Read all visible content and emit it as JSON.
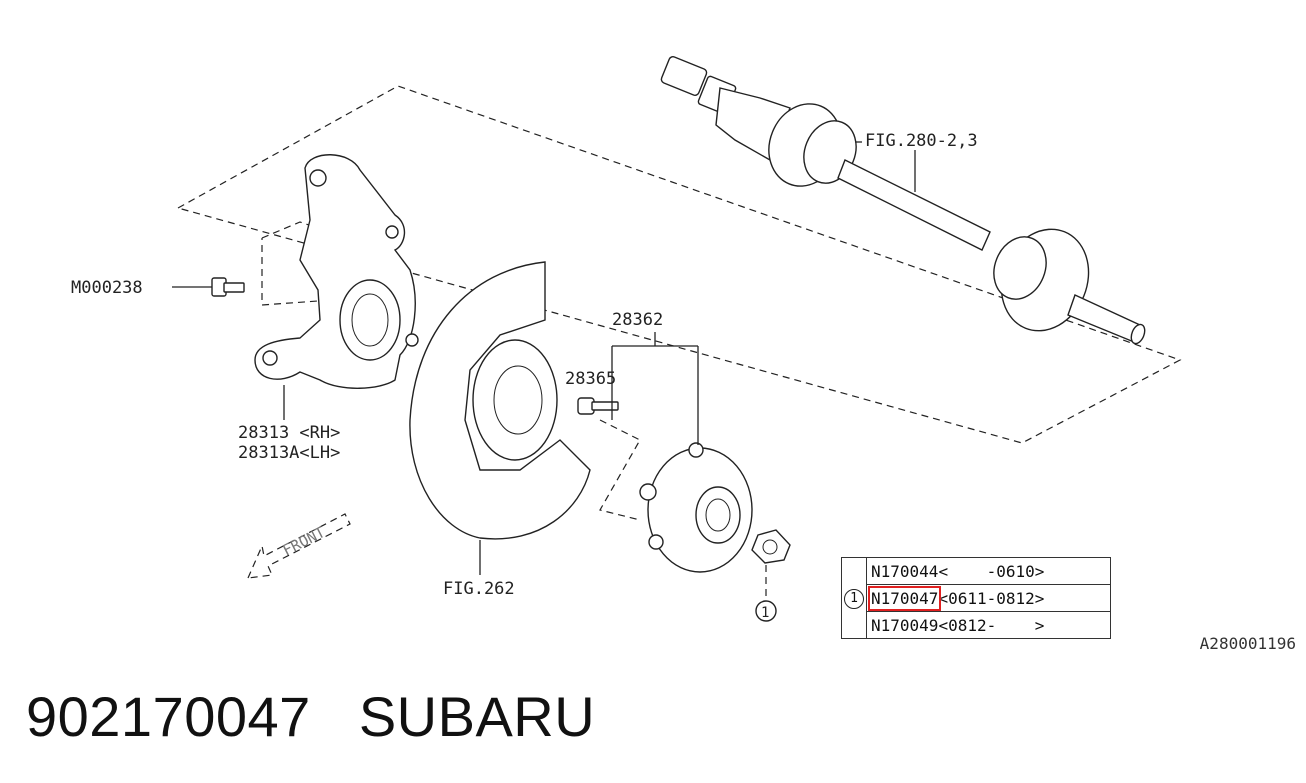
{
  "labels": {
    "fig_280": "FIG.280-2,3",
    "m000238": "M000238",
    "part_28362": "28362",
    "part_28365": "28365",
    "part_28313_rh": "28313 <RH>",
    "part_28313a_lh": "28313A<LH>",
    "fig_262": "FIG.262",
    "front": "FRONT",
    "ref_mark": "1"
  },
  "parts_table": {
    "ref": "1",
    "rows": [
      {
        "part": "N170044",
        "range": "<    -0610>"
      },
      {
        "part": "N170047",
        "range": "<0611-0812>",
        "highlighted": true
      },
      {
        "part": "N170049",
        "range": "<0812-    >"
      }
    ]
  },
  "diagram_code": "A280001196",
  "caption": {
    "part_number": "902170047",
    "brand": "SUBARU"
  },
  "colors": {
    "highlight": "#e02020",
    "ink": "#222222"
  }
}
